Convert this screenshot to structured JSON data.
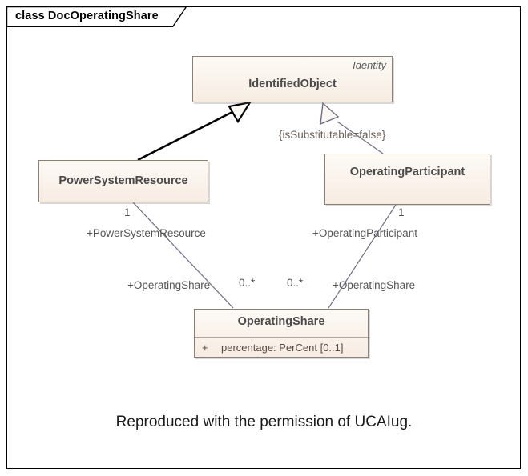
{
  "diagram": {
    "kind_keyword": "class",
    "title": "DocOperatingShare",
    "title_full": "class DocOperatingShare",
    "caption": "Reproduced with the permission of UCAIug.",
    "colors": {
      "box_fill_top": "#fdfaf6",
      "box_fill_bottom": "#f7ece2",
      "box_border": "#8d7f76",
      "frame_border": "#000000",
      "generalization_solid": "#000000",
      "generalization_light": "#6f6f86",
      "association_line": "#6f6f86",
      "label_text": "#555555",
      "class_name_text": "#4a4a4a"
    }
  },
  "classes": [
    {
      "id": "identified-object",
      "name": "IdentifiedObject",
      "stereotype": "Identity",
      "attributes": []
    },
    {
      "id": "power-system-resource",
      "name": "PowerSystemResource",
      "stereotype": "",
      "attributes": []
    },
    {
      "id": "operating-participant",
      "name": "OperatingParticipant",
      "stereotype": "",
      "attributes": []
    },
    {
      "id": "operating-share",
      "name": "OperatingShare",
      "stereotype": "",
      "attributes": [
        {
          "visibility": "+",
          "text": "percentage: PerCent [0..1]"
        }
      ]
    }
  ],
  "relationships": [
    {
      "id": "gen-psr-io",
      "type": "generalization",
      "from": "PowerSystemResource",
      "to": "IdentifiedObject",
      "style": "solid-black",
      "constraint": ""
    },
    {
      "id": "gen-op-io",
      "type": "generalization",
      "from": "OperatingParticipant",
      "to": "IdentifiedObject",
      "style": "light",
      "constraint": "{isSubstitutable=false}"
    },
    {
      "id": "assoc-psr-os",
      "type": "association",
      "from": "PowerSystemResource",
      "to": "OperatingShare",
      "source_role": "+PowerSystemResource",
      "source_multiplicity": "1",
      "target_role": "+OperatingShare",
      "target_multiplicity": "0..*"
    },
    {
      "id": "assoc-op-os",
      "type": "association",
      "from": "OperatingParticipant",
      "to": "OperatingShare",
      "source_role": "+OperatingParticipant",
      "source_multiplicity": "1",
      "target_role": "+OperatingShare",
      "target_multiplicity": "0..*"
    }
  ],
  "labels": {
    "left_multiplicity_top": "1",
    "left_role_top": "+PowerSystemResource",
    "left_role_bottom": "+OperatingShare",
    "left_multiplicity_bottom": "0..*",
    "right_multiplicity_top": "1",
    "right_role_top": "+OperatingParticipant",
    "right_role_bottom": "+OperatingShare",
    "right_multiplicity_bottom": "0..*",
    "constraint": "{isSubstitutable=false}"
  }
}
